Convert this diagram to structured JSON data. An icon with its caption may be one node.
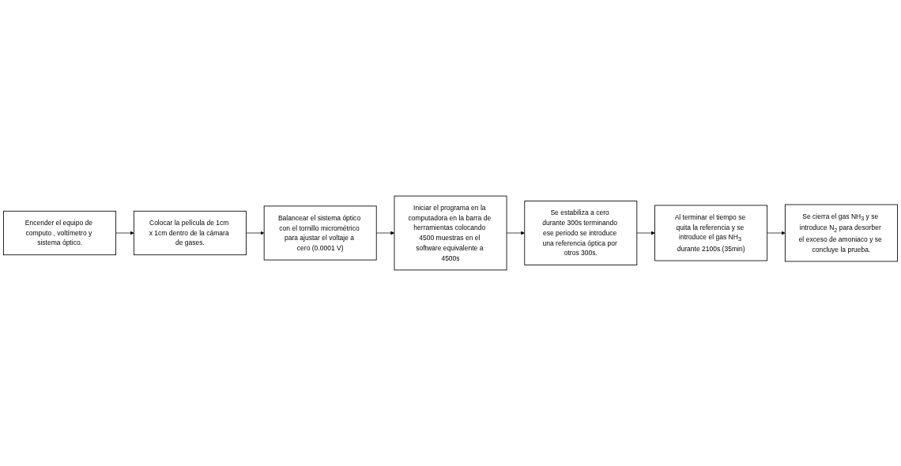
{
  "diagram": {
    "nodes": [
      {
        "text": [
          "Encender el equipo de computo , voltímetro y sistema óptico."
        ]
      },
      {
        "text": [
          "Colocar la película de 1cm x 1cm dentro de la cámara de gases."
        ]
      },
      {
        "text": [
          "Balancear el sistema óptico con el tornillo micrométrico para ajustar el voltaje a cero (0.0001 V)"
        ]
      },
      {
        "text": [
          "Iniciar el programa en la computadora en la barra de herramientas colocando 4500 muestras en el software equivalente a 4500s"
        ]
      },
      {
        "text": [
          "Se estabiliza a cero durante 300s terminando ese periodo se introduce una referencia óptica por otros 300s."
        ]
      },
      {
        "text": [
          "Al terminar el tiempo se quita la referencia y se introduce el gas NH$_{3}$ durante 2100s (35min)"
        ]
      },
      {
        "text": [
          "Se cierra el gas NH$_{3}$ y se introduce N$_{2}$ para desorber el exceso de amoniaco y se concluye la prueba."
        ]
      }
    ],
    "edges": [
      {
        "from": 0,
        "to": 1,
        "arrow": "to"
      },
      {
        "from": 1,
        "to": 2,
        "arrow": "to"
      },
      {
        "from": 2,
        "to": 3,
        "arrow": "to"
      },
      {
        "from": 3,
        "to": 4,
        "arrow": "to"
      },
      {
        "from": 4,
        "to": 5,
        "arrow": "to"
      },
      {
        "from": 5,
        "to": 6,
        "arrow": "to"
      }
    ]
  }
}
